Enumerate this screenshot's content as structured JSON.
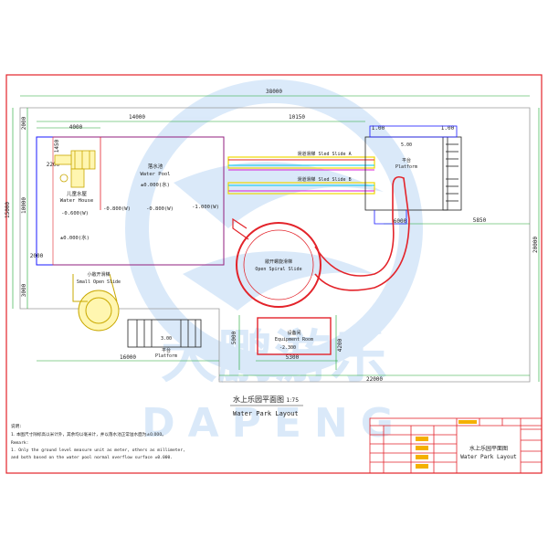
{
  "dimensions": {
    "overall_width": "38000",
    "left_block": "14000",
    "right_block": "10150",
    "small_top": "4000",
    "right_height": "20000",
    "left_height": "15000",
    "left_upper": "2000",
    "left_mid": "10000",
    "left_low": "2000",
    "left_bottom": "3000",
    "platform_right": "5850",
    "platform_right_small": "6000",
    "bottom_left": "16000",
    "bottom_equipment": "5300",
    "equip_height": "4200",
    "left_side_small": "5000",
    "bottom_overall": "22000",
    "house_w": "1450",
    "house_h": "2200",
    "top_right_mark": "1.00",
    "top_right_mark2": "1.00"
  },
  "labels": {
    "water_pool_cn": "落水池",
    "water_pool_en": "Water Pool",
    "pool_level": "±0.000(水)",
    "kids_house_cn": "儿童水屋",
    "kids_house_en": "Water House",
    "level_a": "-0.600(W)",
    "level_b": "-0.800(W)",
    "level_c": "-0.800(W)",
    "level_d": "-1.000(W)",
    "level_e": "±0.000(水)",
    "sled_a_cn": "滑道滑梯",
    "sled_a_en": "Sled Slide A",
    "sled_b_cn": "滑道滑梯",
    "sled_b_en": "Sled Slide B",
    "platform_cn": "平台",
    "platform_en": "Platform",
    "platform_level": "5.00",
    "spiral_cn": "敞开螺旋滑梯",
    "spiral_en": "Open Spiral Slide",
    "small_slide_cn": "小敞开滑梯",
    "small_slide_en": "Small Open Slide",
    "bottom_platform_cn": "平台",
    "bottom_platform_en": "Platform",
    "bottom_platform_level": "3.00",
    "equipment_cn": "设备间",
    "equipment_en": "Equipment Room",
    "equipment_level": "-2.300"
  },
  "title": {
    "cn": "水上乐园平面图",
    "scale": "1:75",
    "en": "Water Park Layout"
  },
  "watermark": {
    "cn": "大鹏游乐",
    "en": "DAPENG"
  },
  "notes": {
    "heading_cn": "说明:",
    "line1_cn": "1. 本图尺寸除标高以米计外，其余均以毫米计，并以落水池正常溢水面为±0.000。",
    "heading_en": "Remark:",
    "line1_en": "1.  Only the ground level measure unit as meter, others as millimeter,",
    "line2_en": "    and both based on the water pool normal overflow surface ±0.000."
  },
  "titleblock": {
    "cn": "水上乐园平面图",
    "en": "Water Park Layout"
  },
  "colors": {
    "line": "#1a1aff",
    "red": "#e3232a",
    "green": "#1aa62c",
    "cyan": "#00c8f0",
    "yellow": "#f0d800",
    "magenta": "#d81bd8",
    "dark": "#222222",
    "watermark": "#5aa0e6"
  }
}
